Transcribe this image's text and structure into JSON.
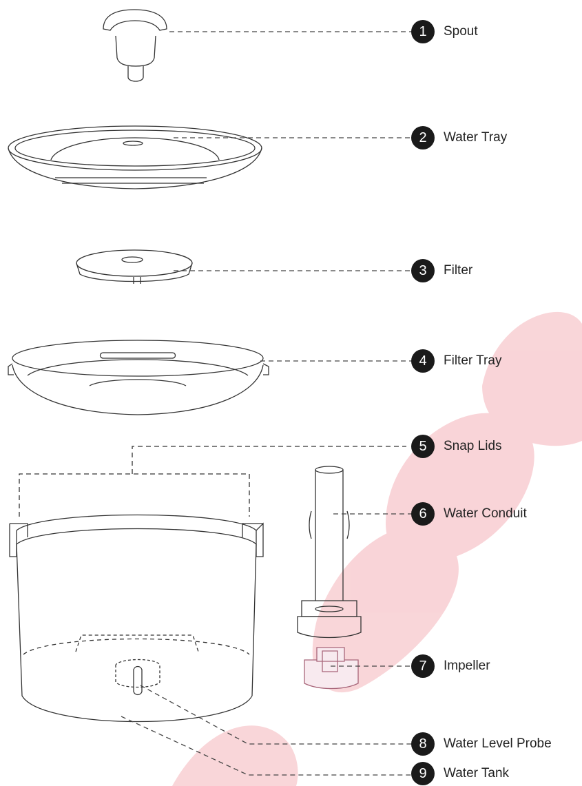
{
  "parts": [
    {
      "number": "1",
      "label": "Spout"
    },
    {
      "number": "2",
      "label": "Water Tray"
    },
    {
      "number": "3",
      "label": "Filter"
    },
    {
      "number": "4",
      "label": "Filter Tray"
    },
    {
      "number": "5",
      "label": "Snap Lids"
    },
    {
      "number": "6",
      "label": "Water Conduit"
    },
    {
      "number": "7",
      "label": "Impeller"
    },
    {
      "number": "8",
      "label": "Water Level Probe"
    },
    {
      "number": "9",
      "label": "Water Tank"
    }
  ],
  "colors": {
    "line": "#333333",
    "badge": "#1a1a1a",
    "watermark": "#e0192d"
  }
}
